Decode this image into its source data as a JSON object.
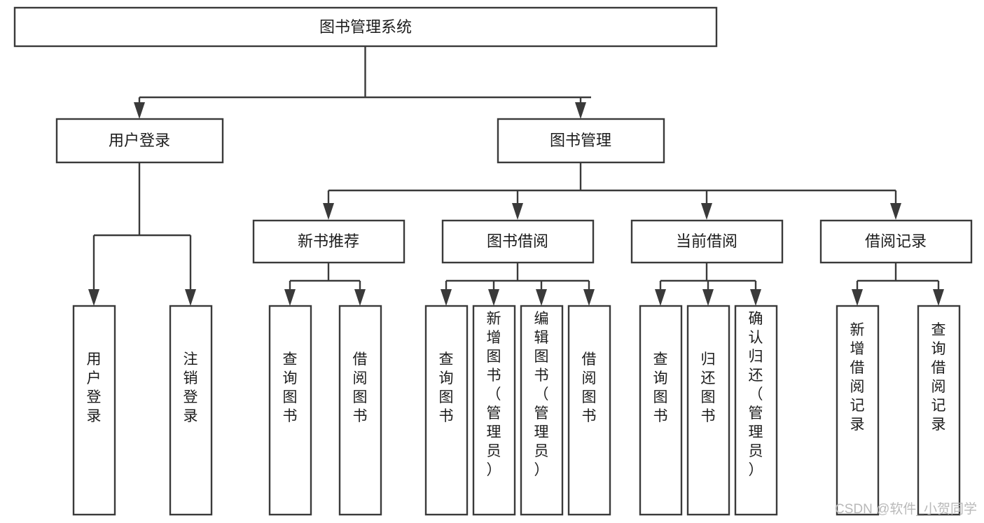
{
  "diagram": {
    "title": "图书管理系统",
    "type": "hierarchy-tree",
    "root": {
      "id": "root",
      "label": "图书管理系统",
      "orientation": "horizontal"
    },
    "level2": [
      {
        "id": "user-login",
        "label": "用户登录",
        "orientation": "horizontal"
      },
      {
        "id": "book-manage",
        "label": "图书管理",
        "orientation": "horizontal"
      }
    ],
    "level3": [
      {
        "id": "new-book-rec",
        "label": "新书推荐",
        "parent": "book-manage",
        "orientation": "horizontal"
      },
      {
        "id": "book-borrow",
        "label": "图书借阅",
        "parent": "book-manage",
        "orientation": "horizontal"
      },
      {
        "id": "current-borrow",
        "label": "当前借阅",
        "parent": "book-manage",
        "orientation": "horizontal"
      },
      {
        "id": "borrow-record",
        "label": "借阅记录",
        "parent": "book-manage",
        "orientation": "horizontal"
      }
    ],
    "leaves": [
      {
        "id": "leaf-user-login",
        "label": "用户登录",
        "parent": "user-login",
        "orientation": "vertical"
      },
      {
        "id": "leaf-user-logout",
        "label": "注销登录",
        "parent": "user-login",
        "orientation": "vertical"
      },
      {
        "id": "leaf-query-book-1",
        "label": "查询图书",
        "parent": "new-book-rec",
        "orientation": "vertical"
      },
      {
        "id": "leaf-borrow-book-1",
        "label": "借阅图书",
        "parent": "new-book-rec",
        "orientation": "vertical"
      },
      {
        "id": "leaf-query-book-2",
        "label": "查询图书",
        "parent": "book-borrow",
        "orientation": "vertical"
      },
      {
        "id": "leaf-add-book",
        "label": "新增图书（管理员）",
        "parent": "book-borrow",
        "orientation": "vertical"
      },
      {
        "id": "leaf-edit-book",
        "label": "编辑图书（管理员）",
        "parent": "book-borrow",
        "orientation": "vertical"
      },
      {
        "id": "leaf-borrow-book-2",
        "label": "借阅图书",
        "parent": "book-borrow",
        "orientation": "vertical"
      },
      {
        "id": "leaf-query-book-3",
        "label": "查询图书",
        "parent": "current-borrow",
        "orientation": "vertical"
      },
      {
        "id": "leaf-return-book",
        "label": "归还图书",
        "parent": "current-borrow",
        "orientation": "vertical"
      },
      {
        "id": "leaf-confirm-return",
        "label": "确认归还（管理员）",
        "parent": "current-borrow",
        "orientation": "vertical"
      },
      {
        "id": "leaf-add-record",
        "label": "新增借阅记录",
        "parent": "borrow-record",
        "orientation": "vertical"
      },
      {
        "id": "leaf-query-record",
        "label": "查询借阅记录",
        "parent": "borrow-record",
        "orientation": "vertical"
      }
    ],
    "colors": {
      "box_stroke": "#3a3a3a",
      "box_fill": "#ffffff",
      "text": "#1c1c1c",
      "connector": "#3a3a3a",
      "background": "#ffffff",
      "watermark": "#b9b9b9"
    }
  },
  "watermark": {
    "text": "CSDN @软件_小贺同学"
  }
}
